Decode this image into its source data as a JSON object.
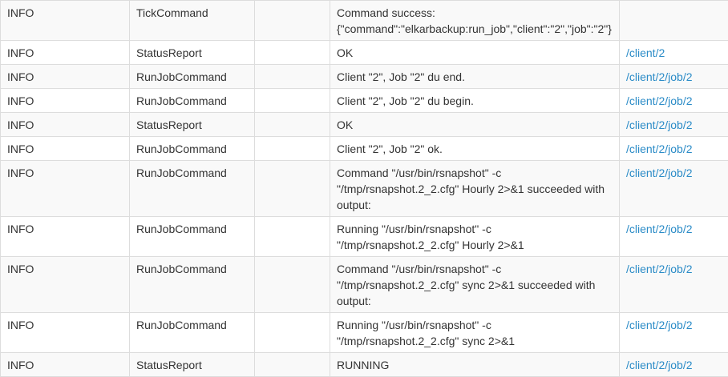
{
  "log": {
    "rows": [
      {
        "level": "INFO",
        "source": "TickCommand",
        "extra": "",
        "message_lines": [
          "Command success:",
          "{\"command\":\"elkarbackup:run_job\",\"client\":\"2\",\"job\":\"2\"}"
        ],
        "link": ""
      },
      {
        "level": "INFO",
        "source": "StatusReport",
        "extra": "",
        "message_lines": [
          "OK"
        ],
        "link": "/client/2"
      },
      {
        "level": "INFO",
        "source": "RunJobCommand",
        "extra": "",
        "message_lines": [
          "Client \"2\", Job \"2\" du end."
        ],
        "link": "/client/2/job/2"
      },
      {
        "level": "INFO",
        "source": "RunJobCommand",
        "extra": "",
        "message_lines": [
          "Client \"2\", Job \"2\" du begin."
        ],
        "link": "/client/2/job/2"
      },
      {
        "level": "INFO",
        "source": "StatusReport",
        "extra": "",
        "message_lines": [
          "OK"
        ],
        "link": "/client/2/job/2"
      },
      {
        "level": "INFO",
        "source": "RunJobCommand",
        "extra": "",
        "message_lines": [
          "Client \"2\", Job \"2\" ok."
        ],
        "link": "/client/2/job/2"
      },
      {
        "level": "INFO",
        "source": "RunJobCommand",
        "extra": "",
        "message_lines": [
          "Command \"/usr/bin/rsnapshot\" -c",
          "\"/tmp/rsnapshot.2_2.cfg\" Hourly 2>&1 succeeded with",
          "output:"
        ],
        "link": "/client/2/job/2"
      },
      {
        "level": "INFO",
        "source": "RunJobCommand",
        "extra": "",
        "message_lines": [
          "Running \"/usr/bin/rsnapshot\" -c",
          "\"/tmp/rsnapshot.2_2.cfg\" Hourly 2>&1"
        ],
        "link": "/client/2/job/2"
      },
      {
        "level": "INFO",
        "source": "RunJobCommand",
        "extra": "",
        "message_lines": [
          "Command \"/usr/bin/rsnapshot\" -c",
          "\"/tmp/rsnapshot.2_2.cfg\" sync 2>&1 succeeded with",
          "output:"
        ],
        "link": "/client/2/job/2"
      },
      {
        "level": "INFO",
        "source": "RunJobCommand",
        "extra": "",
        "message_lines": [
          "Running \"/usr/bin/rsnapshot\" -c",
          "\"/tmp/rsnapshot.2_2.cfg\" sync 2>&1"
        ],
        "link": "/client/2/job/2"
      },
      {
        "level": "INFO",
        "source": "StatusReport",
        "extra": "",
        "message_lines": [
          "RUNNING"
        ],
        "link": "/client/2/job/2"
      }
    ]
  },
  "colors": {
    "link": "#2a8bc7",
    "border": "#dddddd",
    "row_stripe": "#f9f9f9",
    "text": "#333333"
  }
}
